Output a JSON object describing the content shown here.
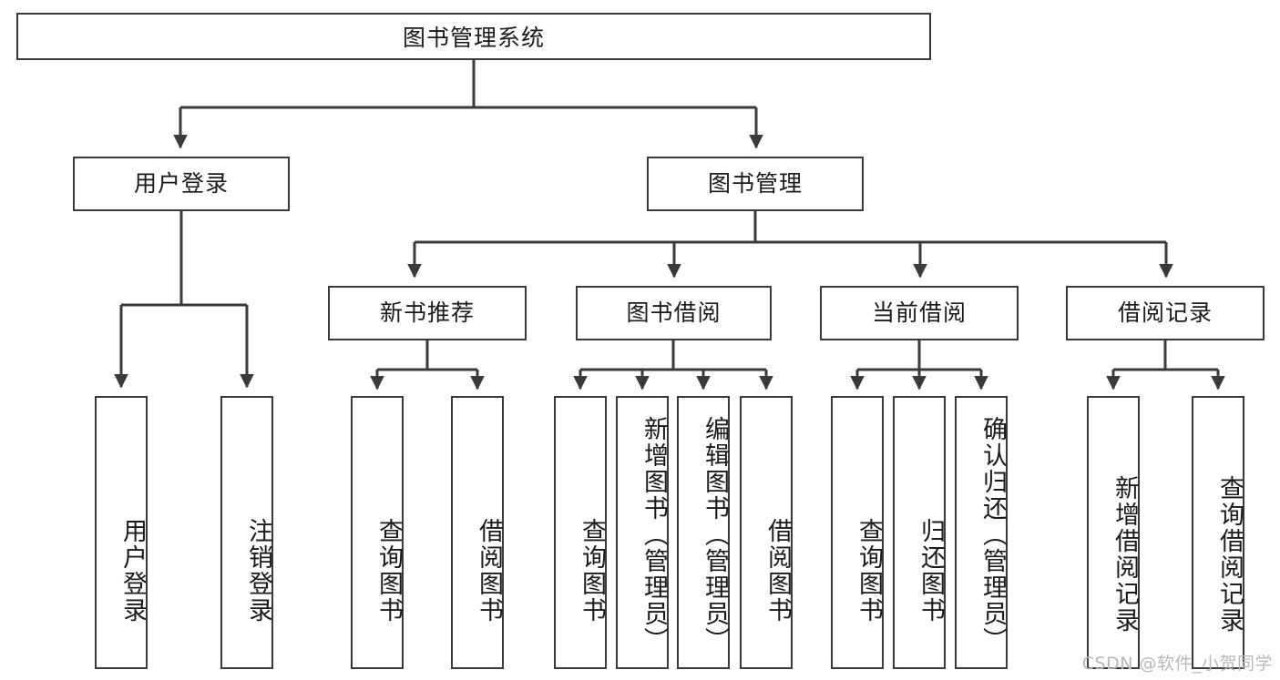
{
  "diagram": {
    "title": "图书管理系统",
    "type": "tree-hierarchy-diagram",
    "root": {
      "label": "图书管理系统"
    },
    "level1": [
      {
        "label": "用户登录"
      },
      {
        "label": "图书管理"
      }
    ],
    "level2": [
      {
        "label": "新书推荐"
      },
      {
        "label": "图书借阅"
      },
      {
        "label": "当前借阅"
      },
      {
        "label": "借阅记录"
      }
    ],
    "leaves": {
      "user_login": [
        {
          "label": "用户登录"
        },
        {
          "label": "注销登录"
        }
      ],
      "new_book_recommend": [
        {
          "label": "查询图书"
        },
        {
          "label": "借阅图书"
        }
      ],
      "book_borrow": [
        {
          "label": "查询图书"
        },
        {
          "label": "新增图书（管理员）"
        },
        {
          "label": "编辑图书（管理员）"
        },
        {
          "label": "借阅图书"
        }
      ],
      "current_borrow": [
        {
          "label": "查询图书"
        },
        {
          "label": "归还图书"
        },
        {
          "label": "确认归还（管理员）"
        }
      ],
      "borrow_record": [
        {
          "label": "新增借阅记录"
        },
        {
          "label": "查询借阅记录"
        }
      ]
    }
  },
  "watermark": {
    "text": "CSDN @软件_小贺同学"
  },
  "colors": {
    "box_border": "#3a3a3a",
    "box_fill": "#ffffff",
    "connector": "#3a3a3a",
    "text": "#1a1a1a",
    "watermark": "#b9b9b9",
    "background": "#ffffff"
  }
}
